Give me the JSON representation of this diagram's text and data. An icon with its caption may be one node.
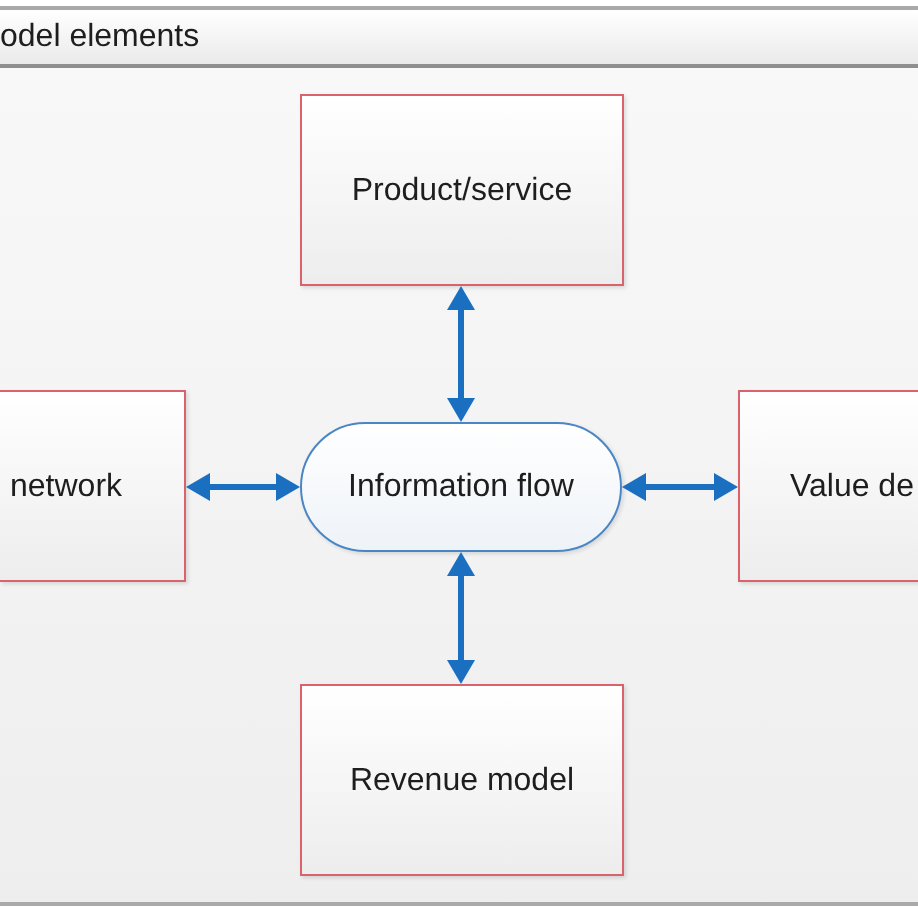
{
  "diagram": {
    "nodes": [
      {
        "text": [
          "odel elements"
        ]
      },
      {
        "text": [
          "Product/service"
        ],
        "in": 0
      },
      {
        "text": [
          "network"
        ],
        "in": 0
      },
      {
        "text": [
          "Information flow"
        ],
        "in": 0
      },
      {
        "text": [
          "Value de"
        ],
        "in": 0
      },
      {
        "text": [
          "Revenue model"
        ],
        "in": 0
      }
    ],
    "edges": [
      {
        "from": 3,
        "to": 1,
        "arrow": "both"
      },
      {
        "from": 3,
        "to": 2,
        "arrow": "both"
      },
      {
        "from": 3,
        "to": 4,
        "arrow": "both"
      },
      {
        "from": 3,
        "to": 5,
        "arrow": "both"
      }
    ]
  }
}
